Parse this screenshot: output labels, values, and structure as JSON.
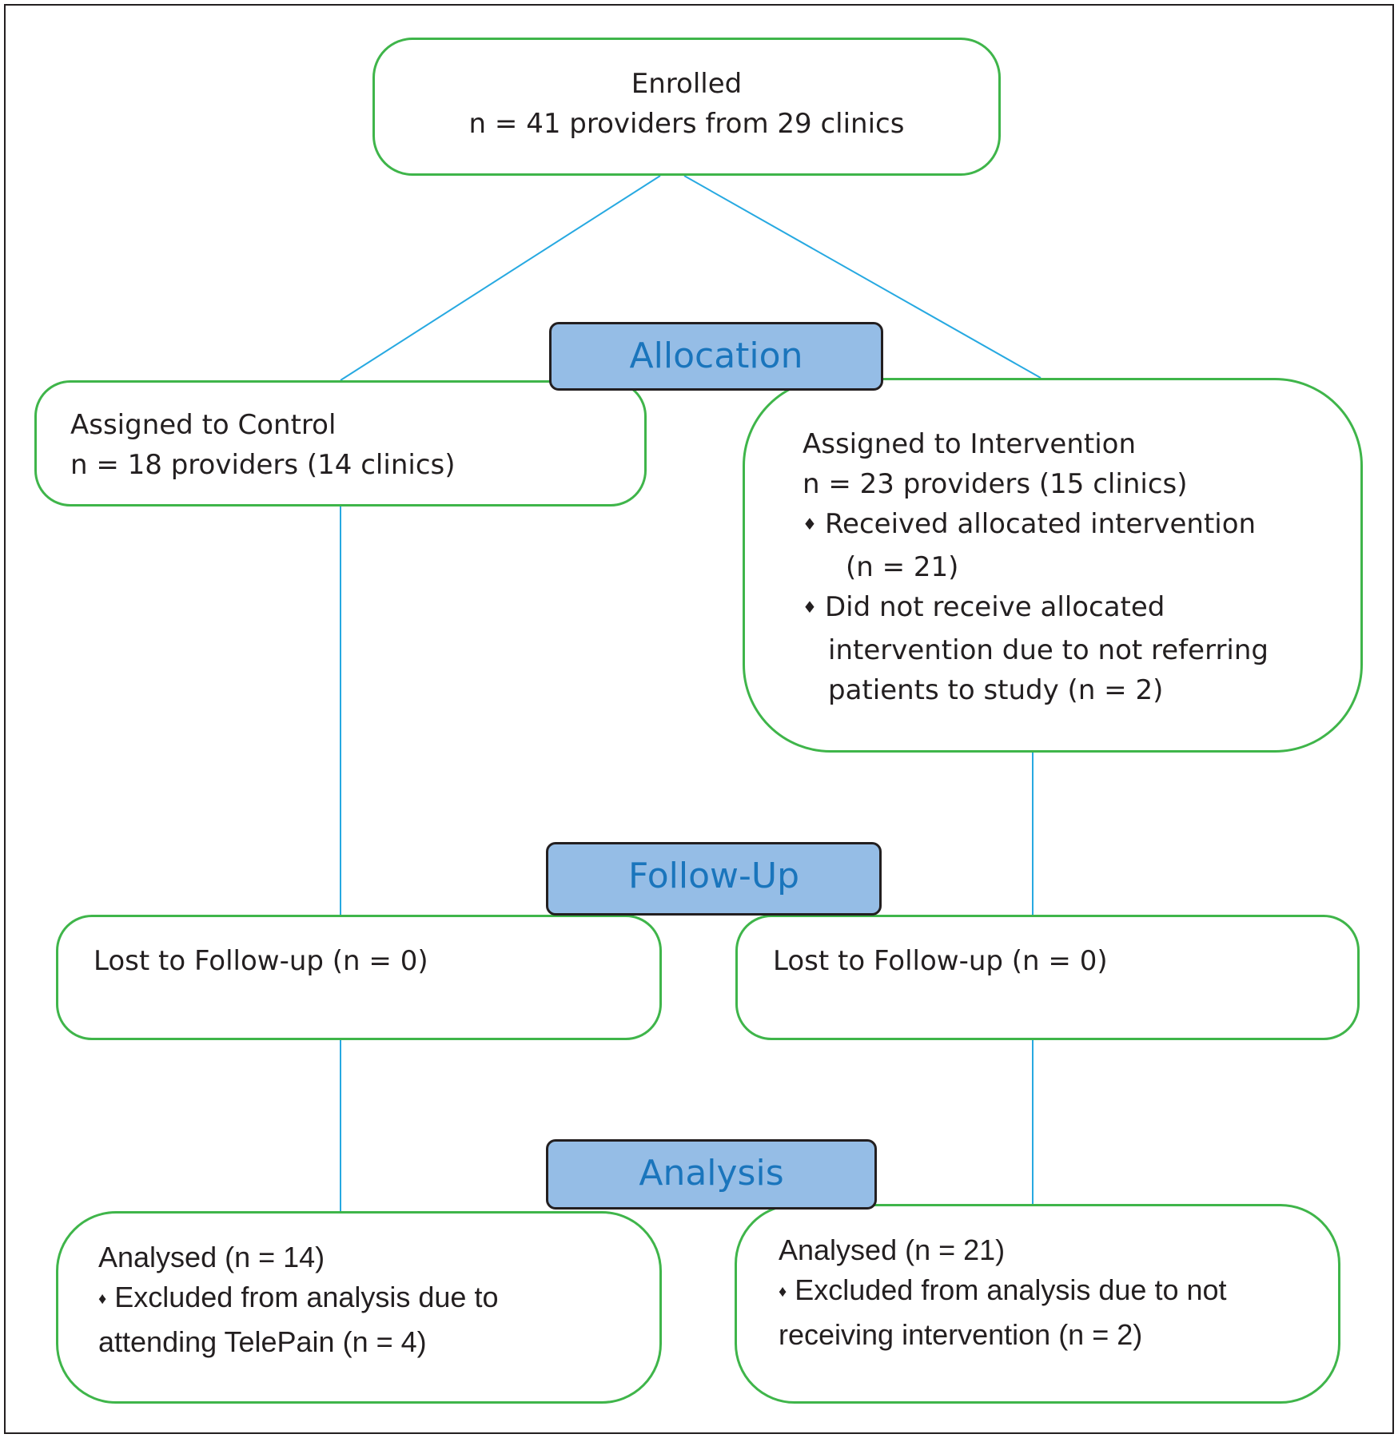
{
  "enrolled": {
    "title": "Enrolled",
    "count": "n = 41 providers from 29 clinics"
  },
  "stages": {
    "allocation": "Allocation",
    "followup": "Follow-Up",
    "analysis": "Analysis"
  },
  "control": {
    "title": "Assigned to Control",
    "count": "n = 18 providers (14 clinics)"
  },
  "intervention": {
    "title": "Assigned to Intervention",
    "count": "n = 23 providers (15 clinics)",
    "b1_line1": "Received allocated intervention",
    "b1_line2": "(n = 21)",
    "b2_line1": "Did not receive allocated",
    "b2_line2": "intervention due to not referring",
    "b2_line3": "patients to study (n = 2)"
  },
  "followup": {
    "left": "Lost to Follow-up (n = 0)",
    "right": "Lost to Follow-up (n = 0)"
  },
  "analysis_left": {
    "line1": "Analysed  (n = 14)",
    "line2": "Excluded from analysis due to",
    "line3": "attending TelePain (n = 4)"
  },
  "analysis_right": {
    "line1": "Analysed  (n = 21)",
    "line2": "Excluded from analysis due to not",
    "line3": "receiving intervention (n = 2)"
  },
  "bullet_glyph": "♦",
  "colors": {
    "box_border": "#3fb54a",
    "connector": "#27a9e1",
    "stage_fill": "#95bde6",
    "stage_text": "#1a75bc"
  }
}
